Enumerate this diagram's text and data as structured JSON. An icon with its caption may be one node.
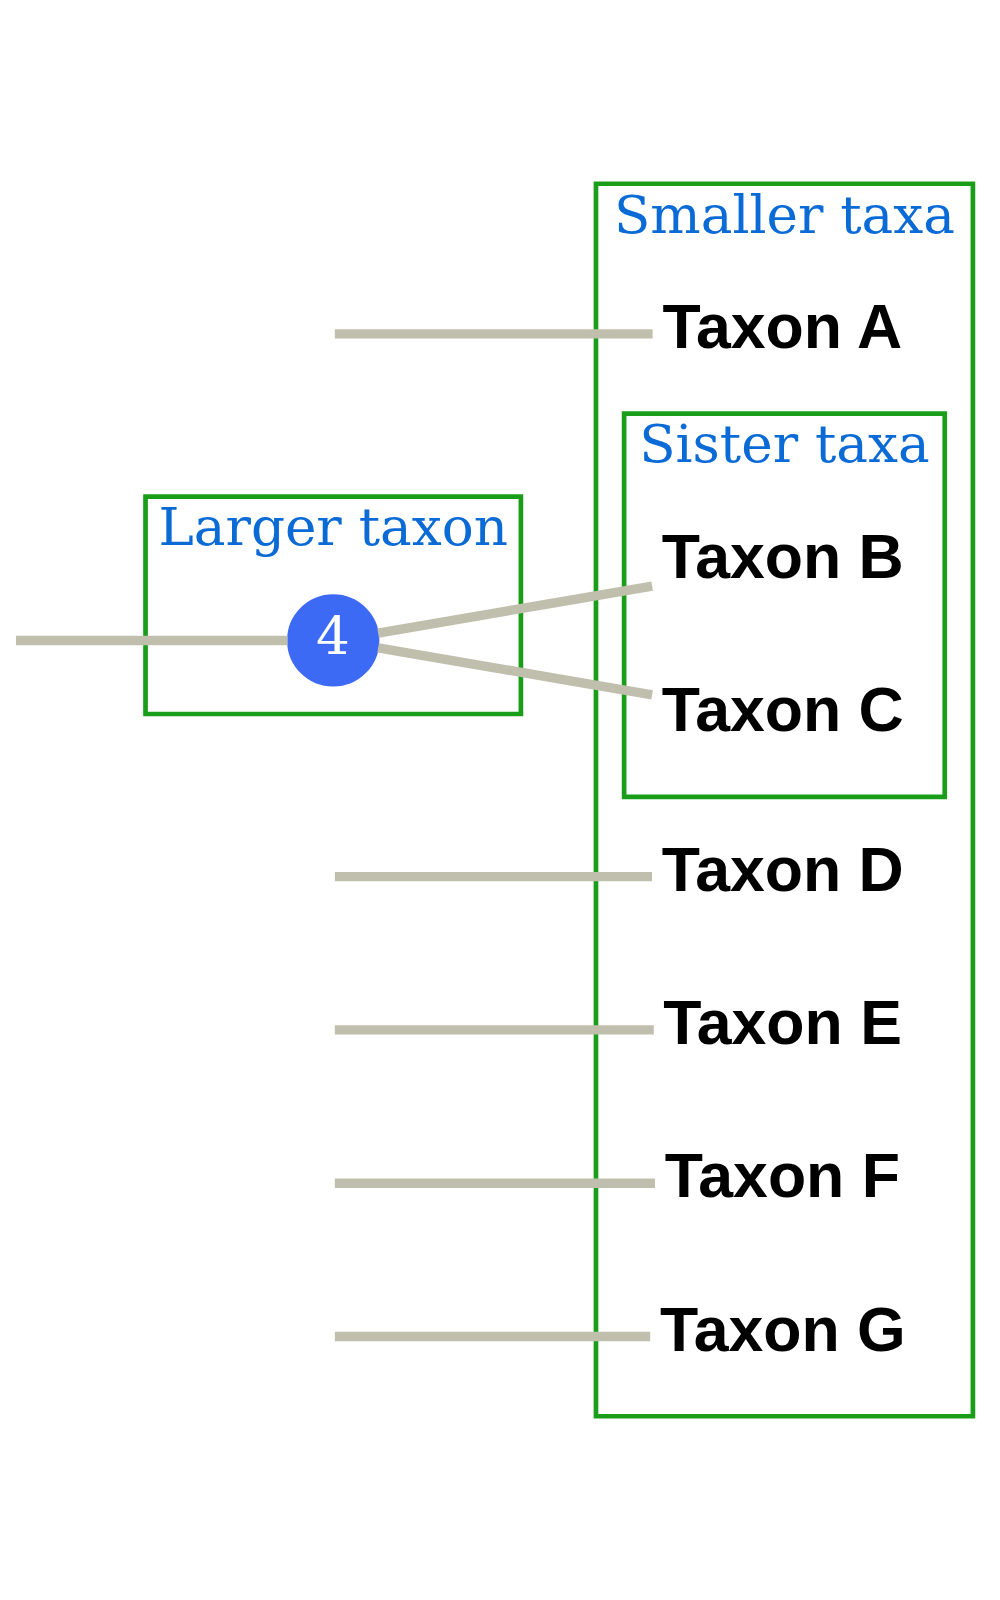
{
  "diagram": {
    "nodes": [
      {
        "text": [
          "Smaller taxa"
        ]
      },
      {
        "text": [
          "Taxon A"
        ],
        "in": 0
      },
      {
        "text": [
          "Sister taxa"
        ],
        "in": 0
      },
      {
        "text": [
          "Taxon B"
        ],
        "in": 2
      },
      {
        "text": [
          "Taxon C"
        ],
        "in": 2
      },
      {
        "text": [
          "Taxon D"
        ],
        "in": 0
      },
      {
        "text": [
          "Taxon E"
        ],
        "in": 0
      },
      {
        "text": [
          "Taxon F"
        ],
        "in": 0
      },
      {
        "text": [
          "Taxon G"
        ],
        "in": 0
      },
      {
        "text": [
          "Larger taxon"
        ]
      },
      {
        "text": [
          "4"
        ],
        "in": 9
      }
    ],
    "edges": [
      {
        "from": null,
        "to": 1,
        "arrow": "none"
      },
      {
        "from": null,
        "to": 10,
        "arrow": "none"
      },
      {
        "from": 10,
        "to": 3,
        "arrow": "none"
      },
      {
        "from": 10,
        "to": 4,
        "arrow": "none"
      },
      {
        "from": null,
        "to": 5,
        "arrow": "none"
      },
      {
        "from": null,
        "to": 6,
        "arrow": "none"
      },
      {
        "from": null,
        "to": 7,
        "arrow": "none"
      },
      {
        "from": null,
        "to": 8,
        "arrow": "none"
      }
    ]
  }
}
